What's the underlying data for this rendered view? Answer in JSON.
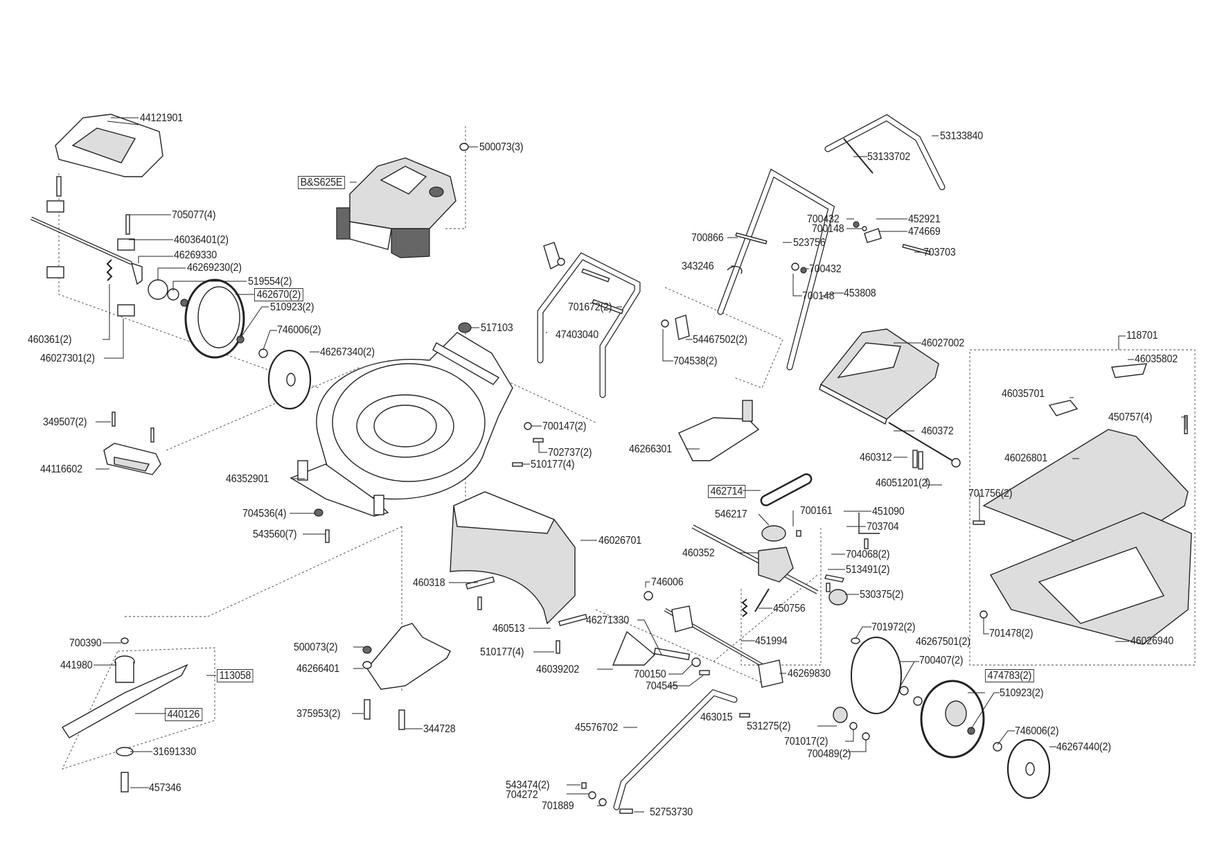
{
  "diagram": {
    "type": "exploded-parts-diagram",
    "subject": "lawn mower",
    "labels": [
      {
        "id": "44121901",
        "text": "44121901",
        "boxed": false
      },
      {
        "id": "705077",
        "text": "705077(4)",
        "boxed": false
      },
      {
        "id": "46036401",
        "text": "46036401(2)",
        "boxed": false
      },
      {
        "id": "46269330",
        "text": "46269330",
        "boxed": false
      },
      {
        "id": "46269230",
        "text": "46269230(2)",
        "boxed": false
      },
      {
        "id": "519554",
        "text": "519554(2)",
        "boxed": false
      },
      {
        "id": "462670",
        "text": "462670(2)",
        "boxed": true
      },
      {
        "id": "510923a",
        "text": "510923(2)",
        "boxed": false
      },
      {
        "id": "746006a",
        "text": "746006(2)",
        "boxed": false
      },
      {
        "id": "46267340",
        "text": "46267340(2)",
        "boxed": false
      },
      {
        "id": "460361",
        "text": "460361(2)",
        "boxed": false
      },
      {
        "id": "46027301",
        "text": "46027301(2)",
        "boxed": false
      },
      {
        "id": "349507",
        "text": "349507(2)",
        "boxed": false
      },
      {
        "id": "44116602",
        "text": "44116602",
        "boxed": false
      },
      {
        "id": "46352901",
        "text": "46352901",
        "boxed": false
      },
      {
        "id": "704536",
        "text": "704536(4)",
        "boxed": false
      },
      {
        "id": "543560",
        "text": "543560(7)",
        "boxed": false
      },
      {
        "id": "BS625E",
        "text": "B&S625E",
        "boxed": true
      },
      {
        "id": "500073a",
        "text": "500073(3)",
        "boxed": false
      },
      {
        "id": "517103",
        "text": "517103",
        "boxed": false
      },
      {
        "id": "700147",
        "text": "700147(2)",
        "boxed": false
      },
      {
        "id": "702737",
        "text": "702737(2)",
        "boxed": false
      },
      {
        "id": "510177a",
        "text": "510177(4)",
        "boxed": false
      },
      {
        "id": "46026701",
        "text": "46026701",
        "boxed": false
      },
      {
        "id": "460318",
        "text": "460318",
        "boxed": false
      },
      {
        "id": "460513",
        "text": "460513",
        "boxed": false
      },
      {
        "id": "510177b",
        "text": "510177(4)",
        "boxed": false
      },
      {
        "id": "46039202",
        "text": "46039202",
        "boxed": false
      },
      {
        "id": "46271330",
        "text": "46271330",
        "boxed": false
      },
      {
        "id": "700150",
        "text": "700150",
        "boxed": false
      },
      {
        "id": "704545",
        "text": "704545",
        "boxed": false
      },
      {
        "id": "746006b",
        "text": "746006",
        "boxed": false
      },
      {
        "id": "700390",
        "text": "700390",
        "boxed": false
      },
      {
        "id": "441980",
        "text": "441980",
        "boxed": false
      },
      {
        "id": "113058",
        "text": "113058",
        "boxed": true
      },
      {
        "id": "440126",
        "text": "440126",
        "boxed": true
      },
      {
        "id": "31691330",
        "text": "31691330",
        "boxed": false
      },
      {
        "id": "457346",
        "text": "457346",
        "boxed": false
      },
      {
        "id": "500073b",
        "text": "500073(2)",
        "boxed": false
      },
      {
        "id": "46266401",
        "text": "46266401",
        "boxed": false
      },
      {
        "id": "375953",
        "text": "375953(2)",
        "boxed": false
      },
      {
        "id": "344728",
        "text": "344728",
        "boxed": false
      },
      {
        "id": "701672",
        "text": "701672(2)",
        "boxed": false
      },
      {
        "id": "47403040",
        "text": "47403040",
        "boxed": false
      },
      {
        "id": "54467502",
        "text": "54467502(2)",
        "boxed": false
      },
      {
        "id": "704538",
        "text": "704538(2)",
        "boxed": false
      },
      {
        "id": "700866",
        "text": "700866",
        "boxed": false
      },
      {
        "id": "343246",
        "text": "343246",
        "boxed": false
      },
      {
        "id": "53133840",
        "text": "53133840",
        "boxed": false
      },
      {
        "id": "53133702",
        "text": "53133702",
        "boxed": false
      },
      {
        "id": "700432a",
        "text": "700432",
        "boxed": false
      },
      {
        "id": "700148a",
        "text": "700148",
        "boxed": false
      },
      {
        "id": "452921",
        "text": "452921",
        "boxed": false
      },
      {
        "id": "474669",
        "text": "474669",
        "boxed": false
      },
      {
        "id": "523756",
        "text": "523756",
        "boxed": false
      },
      {
        "id": "703703",
        "text": "703703",
        "boxed": false
      },
      {
        "id": "700432b",
        "text": "700432",
        "boxed": false
      },
      {
        "id": "700148b",
        "text": "700148",
        "boxed": false
      },
      {
        "id": "453808",
        "text": "453808",
        "boxed": false
      },
      {
        "id": "46027002",
        "text": "46027002",
        "boxed": false
      },
      {
        "id": "46266301",
        "text": "46266301",
        "boxed": false
      },
      {
        "id": "460372",
        "text": "460372",
        "boxed": false
      },
      {
        "id": "460312",
        "text": "460312",
        "boxed": false
      },
      {
        "id": "46051201",
        "text": "46051201(2)",
        "boxed": false
      },
      {
        "id": "462714",
        "text": "462714",
        "boxed": true
      },
      {
        "id": "546217",
        "text": "546217",
        "boxed": false
      },
      {
        "id": "700161",
        "text": "700161",
        "boxed": false
      },
      {
        "id": "451090",
        "text": "451090",
        "boxed": false
      },
      {
        "id": "703704",
        "text": "703704",
        "boxed": false
      },
      {
        "id": "460352",
        "text": "460352",
        "boxed": false
      },
      {
        "id": "704068",
        "text": "704068(2)",
        "boxed": false
      },
      {
        "id": "513491",
        "text": "513491(2)",
        "boxed": false
      },
      {
        "id": "530375",
        "text": "530375(2)",
        "boxed": false
      },
      {
        "id": "450756",
        "text": "450756",
        "boxed": false
      },
      {
        "id": "451994",
        "text": "451994",
        "boxed": false
      },
      {
        "id": "118701",
        "text": "118701",
        "boxed": false
      },
      {
        "id": "46035802",
        "text": "46035802",
        "boxed": false
      },
      {
        "id": "46035701",
        "text": "46035701",
        "boxed": false
      },
      {
        "id": "450757",
        "text": "450757(4)",
        "boxed": false
      },
      {
        "id": "46026801",
        "text": "46026801",
        "boxed": false
      },
      {
        "id": "701756",
        "text": "701756(2)",
        "boxed": false
      },
      {
        "id": "701478",
        "text": "701478(2)",
        "boxed": false
      },
      {
        "id": "46026940",
        "text": "46026940",
        "boxed": false
      },
      {
        "id": "701972",
        "text": "701972(2)",
        "boxed": false
      },
      {
        "id": "46267501",
        "text": "46267501(2)",
        "boxed": false
      },
      {
        "id": "700407",
        "text": "700407(2)",
        "boxed": false
      },
      {
        "id": "474783",
        "text": "474783(2)",
        "boxed": true
      },
      {
        "id": "46269830",
        "text": "46269830",
        "boxed": false
      },
      {
        "id": "510923b",
        "text": "510923(2)",
        "boxed": false
      },
      {
        "id": "746006c",
        "text": "746006(2)",
        "boxed": false
      },
      {
        "id": "46267440",
        "text": "46267440(2)",
        "boxed": false
      },
      {
        "id": "463015",
        "text": "463015",
        "boxed": false
      },
      {
        "id": "531275",
        "text": "531275(2)",
        "boxed": false
      },
      {
        "id": "701017",
        "text": "701017(2)",
        "boxed": false
      },
      {
        "id": "700489",
        "text": "700489(2)",
        "boxed": false
      },
      {
        "id": "45576702",
        "text": "45576702",
        "boxed": false
      },
      {
        "id": "543474",
        "text": "543474(2)",
        "boxed": false
      },
      {
        "id": "704272",
        "text": "704272",
        "boxed": false
      },
      {
        "id": "701889",
        "text": "701889",
        "boxed": false
      },
      {
        "id": "52753730",
        "text": "52753730",
        "boxed": false
      }
    ]
  }
}
